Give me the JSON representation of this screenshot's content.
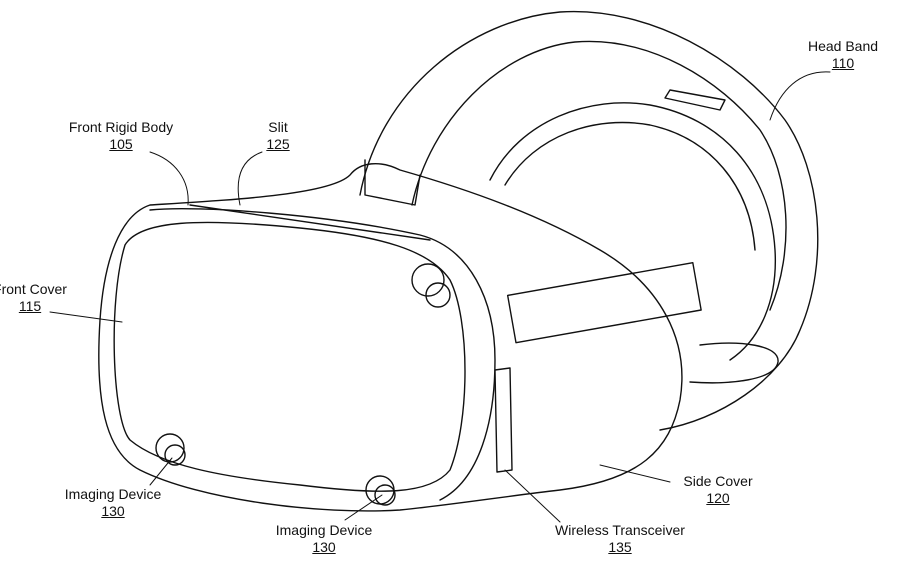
{
  "labels": {
    "front_rigid_body": {
      "text": "Front Rigid Body",
      "ref": "105"
    },
    "slit": {
      "text": "Slit",
      "ref": "125"
    },
    "head_band": {
      "text": "Head Band",
      "ref": "110"
    },
    "front_cover": {
      "text": "Front Cover",
      "ref": "115"
    },
    "imaging_device_left": {
      "text": "Imaging Device",
      "ref": "130"
    },
    "imaging_device_bottom": {
      "text": "Imaging Device",
      "ref": "130"
    },
    "wireless_transceiver": {
      "text": "Wireless Transceiver",
      "ref": "135"
    },
    "side_cover": {
      "text": "Side Cover",
      "ref": "120"
    }
  }
}
